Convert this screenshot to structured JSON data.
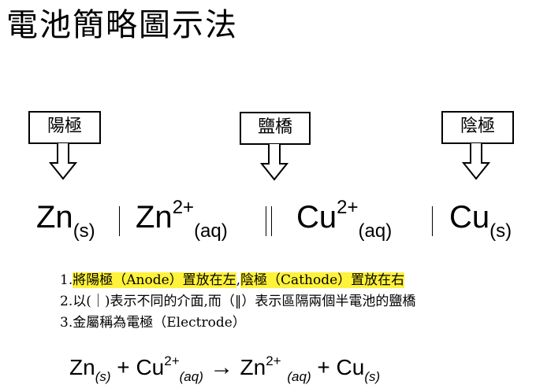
{
  "title": "電池簡略圖示法",
  "labels": {
    "anode": "陽極",
    "salt_bridge": "鹽橋",
    "cathode": "陰極"
  },
  "cell_notation": {
    "sp1_base": "Zn",
    "sp1_sub": "(s)",
    "sp2_base": "Zn",
    "sp2_sup": "2+",
    "sp2_sub": "(aq)",
    "sp3_base": "Cu",
    "sp3_sup": "2+",
    "sp3_sub": "(aq)",
    "sp4_base": "Cu",
    "sp4_sub": "(s)"
  },
  "notes": {
    "n1_hl_a": "將陽極（Anode）置放在左",
    "n1_mid": ",",
    "n1_hl_b": "陰極（Cathode）置放在右",
    "n1_prefix": "1.",
    "n2": "2.以(｜)表示不同的介面,而（‖）表示區隔兩個半電池的鹽橋",
    "n3": "3.金屬稱為電極（Electrode）"
  },
  "equation": {
    "t1": "Zn",
    "t1_sub": "(s)",
    "plus1": " + ",
    "t2": "Cu",
    "t2_sup": "2+",
    "t2_sub": "(aq)",
    "arrow": " → ",
    "t3": "Zn",
    "t3_sup": "2+",
    "t3_sub": "(aq)",
    "plus2": " + ",
    "t4": "Cu",
    "t4_sub": "(s)"
  },
  "colors": {
    "highlight": "#fff23a"
  }
}
